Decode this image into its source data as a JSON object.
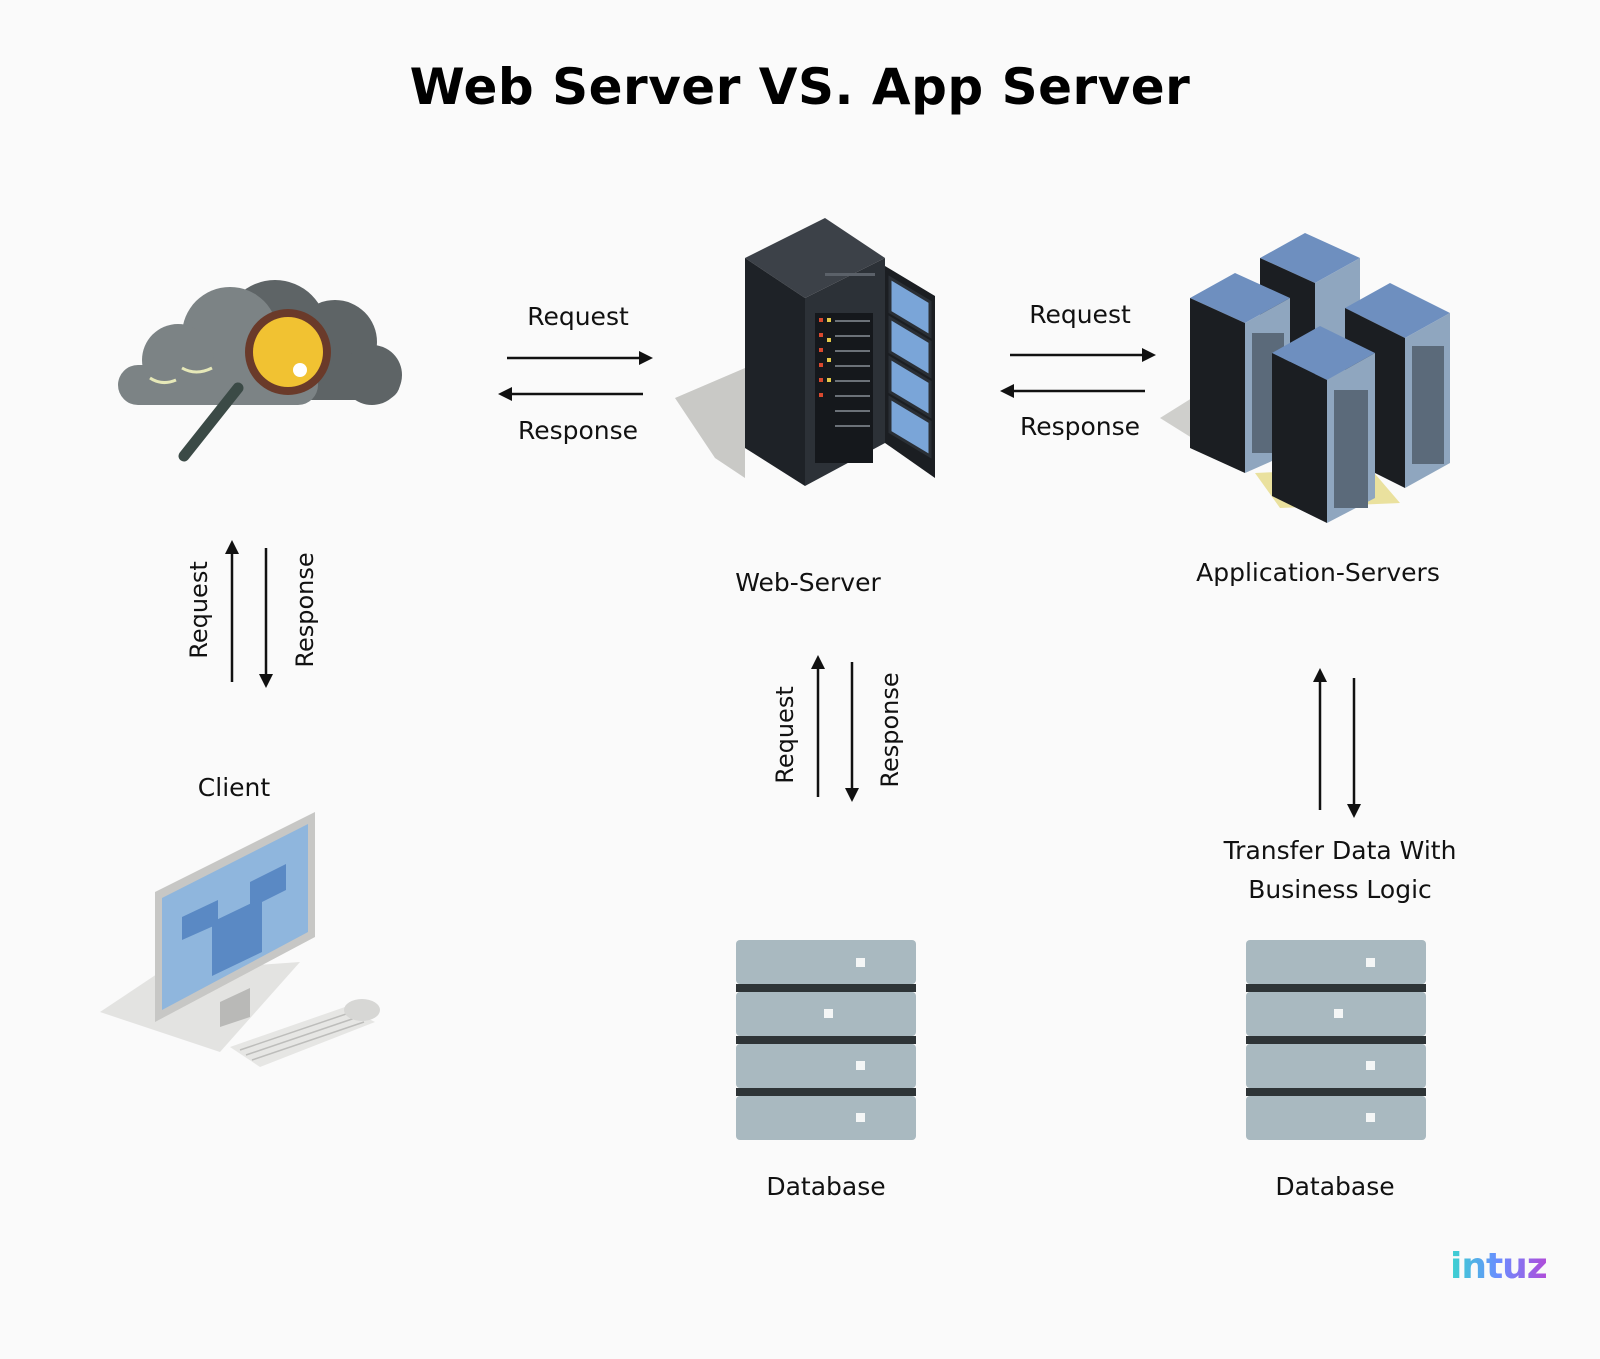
{
  "title": "Web Server VS. App Server",
  "nodes": {
    "client": "Client",
    "web_server": "Web-Server",
    "app_servers": "Application-Servers",
    "db_left": "Database",
    "db_right": "Database"
  },
  "edges": {
    "cloud_web_request": "Request",
    "cloud_web_response": "Response",
    "web_app_request": "Request",
    "web_app_response": "Response",
    "client_request": "Request",
    "client_response": "Response",
    "web_db_request": "Request",
    "web_db_response": "Response",
    "app_db_line1": "Transfer Data With",
    "app_db_line2": "Business Logic"
  },
  "brand": {
    "text": "intuz",
    "colors": [
      "#3ad4cf",
      "#6a8dff",
      "#b04cd9"
    ]
  },
  "icons": [
    "cloud-search-icon",
    "server-rack-icon",
    "server-cluster-icon",
    "desktop-computer-icon",
    "database-icon"
  ]
}
